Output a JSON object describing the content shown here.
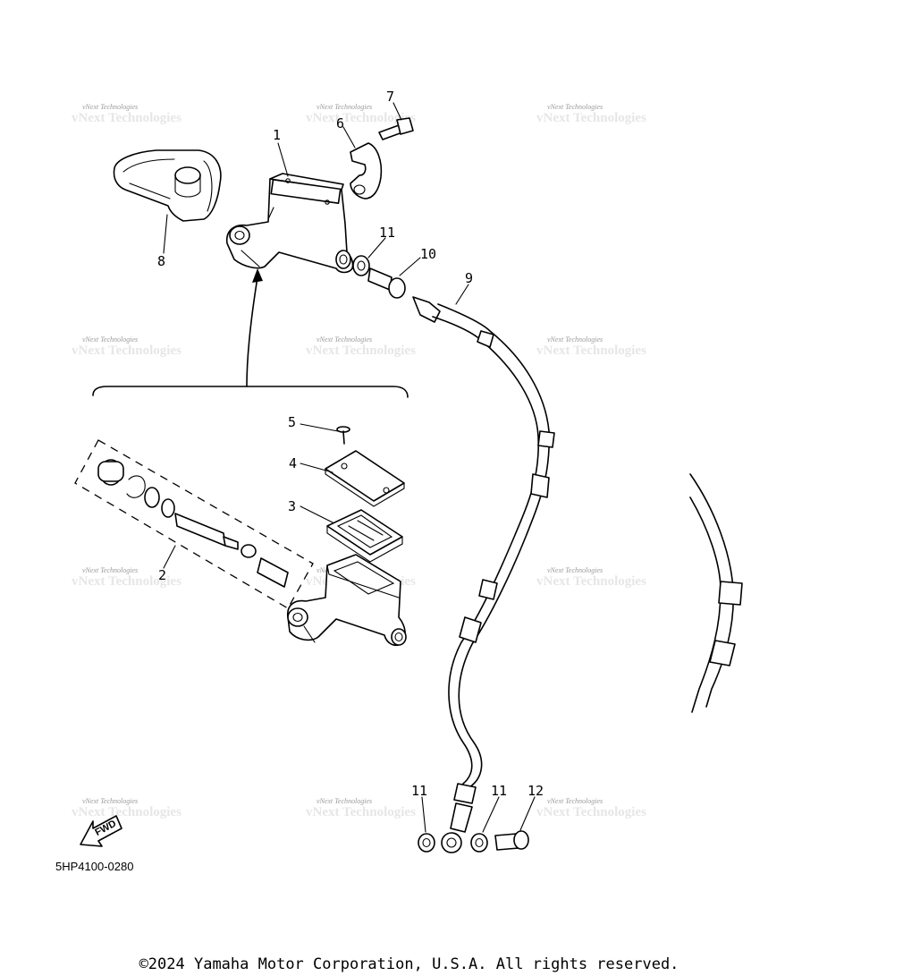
{
  "diagram": {
    "callouts": [
      "1",
      "2",
      "3",
      "4",
      "5",
      "6",
      "7",
      "8",
      "9",
      "10",
      "11",
      "11",
      "11",
      "12"
    ],
    "watermark": "vNext Technologies",
    "fwd_label": "FWD",
    "drawing_code": "5HP4100-0280"
  },
  "footer": {
    "copyright": "©2024 Yamaha Motor Corporation, U.S.A. All rights reserved."
  }
}
